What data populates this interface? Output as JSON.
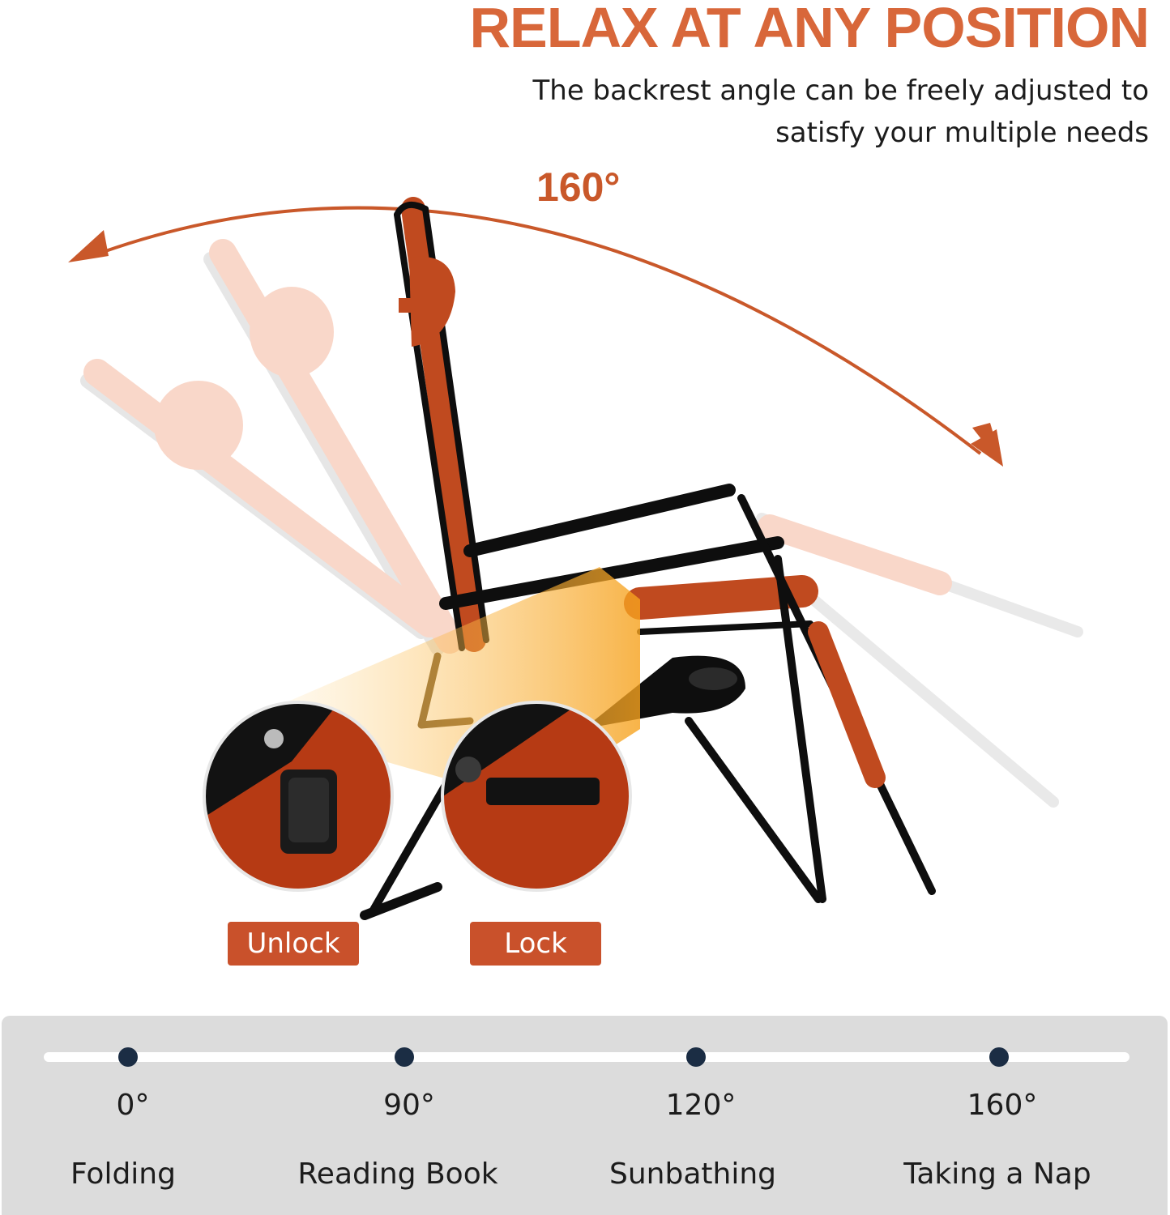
{
  "header": {
    "title": "RELAX AT ANY POSITION",
    "subtitle_line1": "The backrest angle can be freely adjusted to",
    "subtitle_line2": "satisfy your multiple needs"
  },
  "angle_label": "160°",
  "tags": {
    "unlock": "Unlock",
    "lock": "Lock"
  },
  "positions": [
    {
      "degree": "0°",
      "use": "Folding"
    },
    {
      "degree": "90°",
      "use": "Reading Book"
    },
    {
      "degree": "120°",
      "use": "Sunbathing"
    },
    {
      "degree": "160°",
      "use": "Taking a Nap"
    }
  ],
  "colors": {
    "accent": "#d8673a",
    "tag": "#c9512b",
    "dot": "#1b2d44",
    "panel": "#dcdcdc",
    "frame": "#0e0e0e"
  },
  "icons": [
    "recline-arc-arrow",
    "zero-gravity-chair",
    "unlock-lever-detail",
    "lock-lever-detail"
  ]
}
